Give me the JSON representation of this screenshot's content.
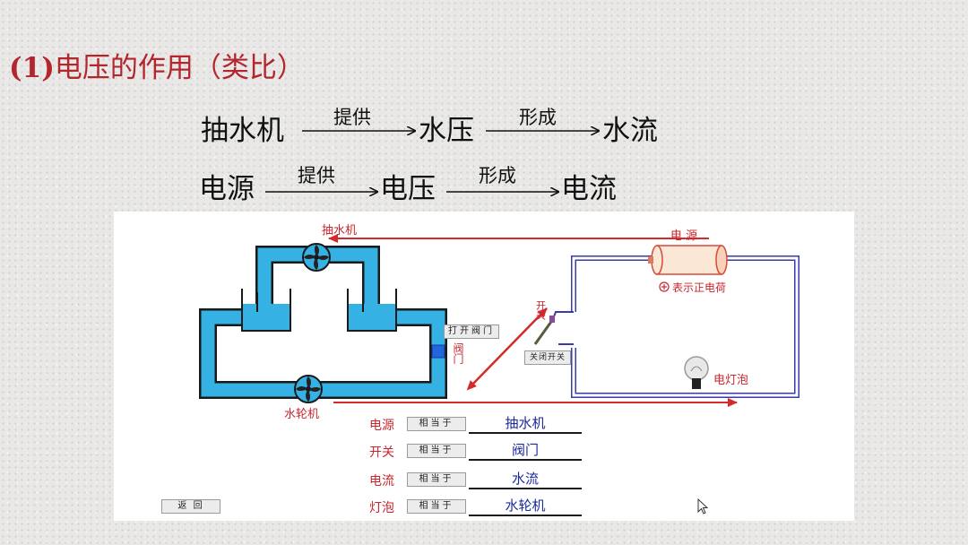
{
  "title": {
    "number": "(1)",
    "text": "电压的作用（类比）"
  },
  "chains": [
    {
      "a": "抽水机",
      "op1": "提供",
      "b": "水压",
      "op2": "形成",
      "c": "水流"
    },
    {
      "a": "电源",
      "op1": "提供",
      "b": "电压",
      "op2": "形成",
      "c": "电流"
    }
  ],
  "diagram": {
    "labels": {
      "pump": "抽水机",
      "power": "电 源",
      "positive_charge": "表示正电荷",
      "switch": "开关",
      "valve": "阀门",
      "bulb": "电灯泡",
      "turbine": "水轮机"
    },
    "buttons": {
      "open_valve": "打开阀门",
      "close_switch": "关闭开关",
      "back": "返 回"
    },
    "equiv_label": "相当于",
    "comparisons": [
      {
        "left": "电源",
        "right": "抽水机"
      },
      {
        "left": "开关",
        "right": "阀门"
      },
      {
        "left": "电流",
        "right": "水流"
      },
      {
        "left": "灯泡",
        "right": "水轮机"
      }
    ],
    "colors": {
      "water": "#35b2e3",
      "arrow": "#d42a2a",
      "circuit": "#3a3aa8",
      "answer": "#1d2a9a"
    }
  }
}
